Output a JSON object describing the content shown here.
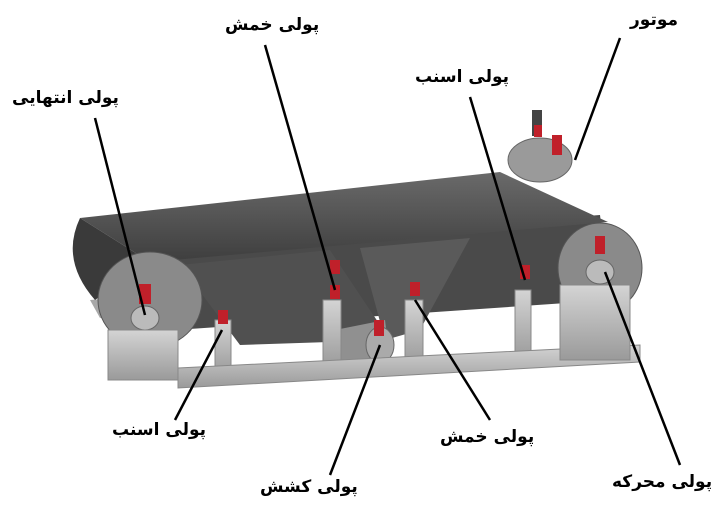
{
  "labels": {
    "bend_pulley_top": "پولی خمش",
    "motor": "موتور",
    "snub_pulley_top": "پولی اسنب",
    "tail_pulley": "پولی انتهایی",
    "snub_pulley_bottom": "پولی اسنب",
    "take_up_pulley": "پولی کشش",
    "bend_pulley_bottom": "پولی خمش",
    "drive_pulley": "پولی محرکه"
  },
  "colors": {
    "belt": "#555555",
    "frame": "#bdbdbd",
    "bearing": "#c0202a"
  }
}
